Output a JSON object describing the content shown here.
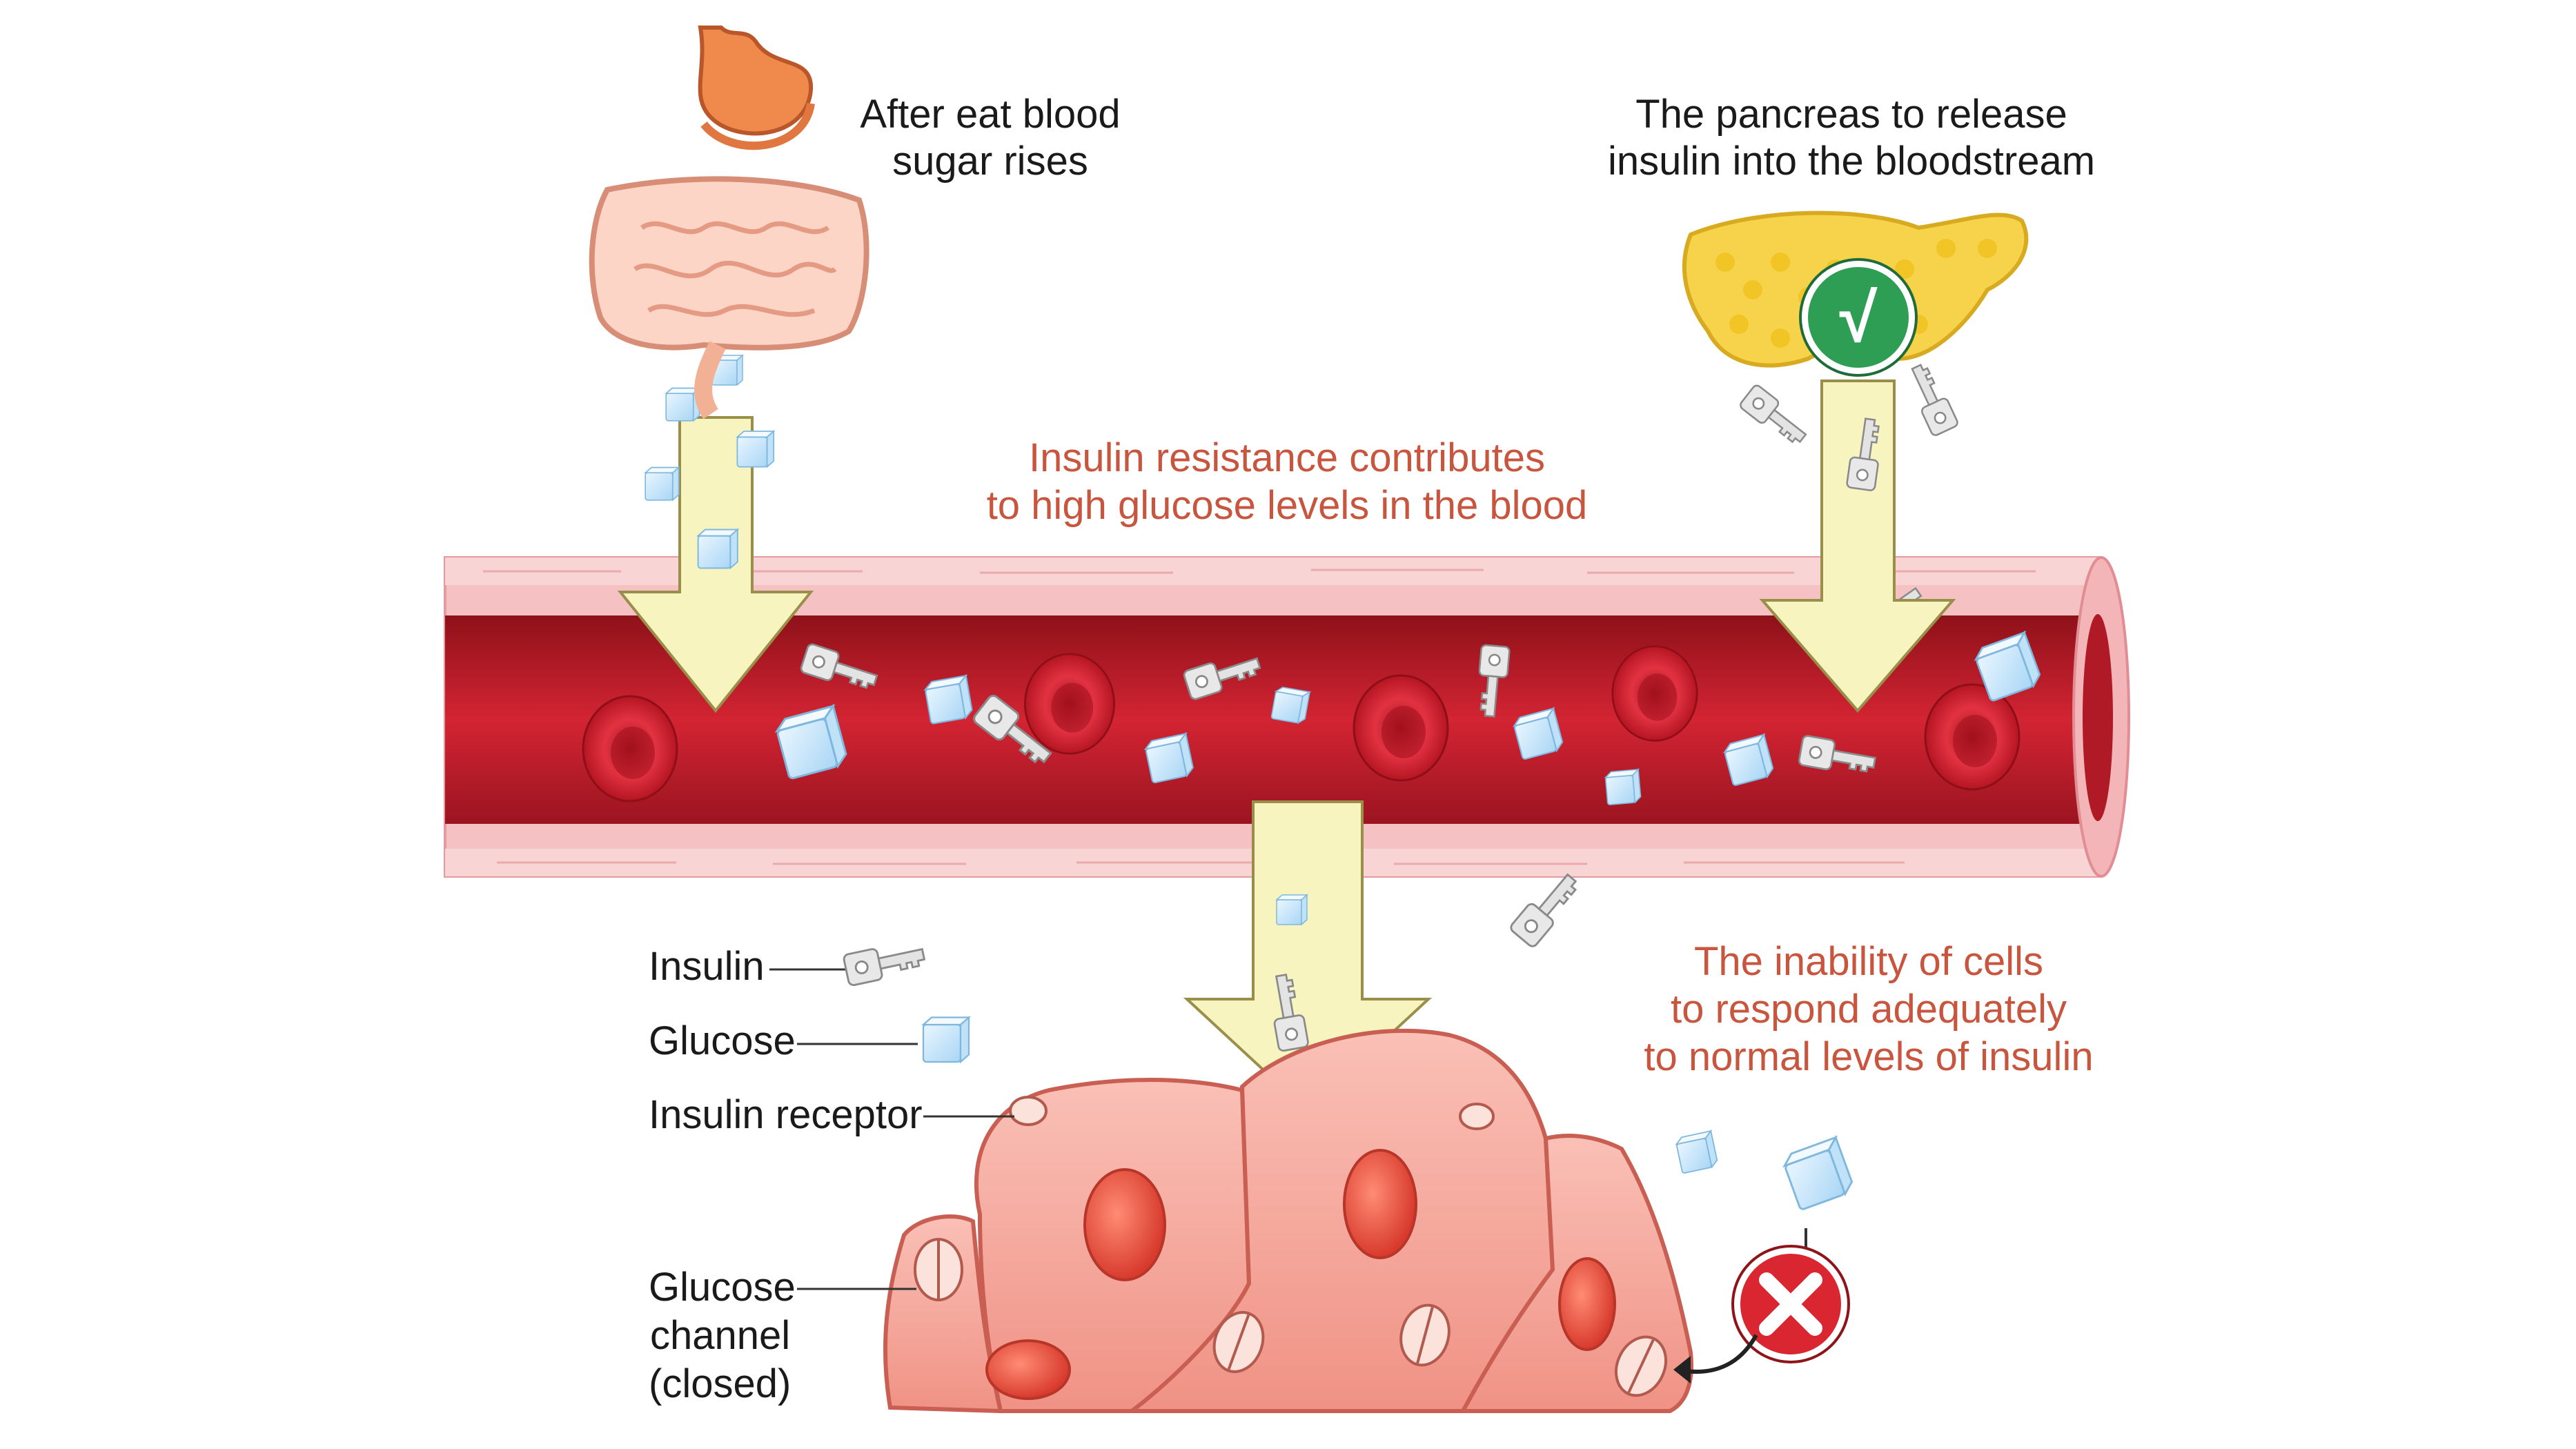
{
  "captions": {
    "digestion": [
      "After eat blood",
      "sugar rises"
    ],
    "pancreas": [
      "The pancreas to release",
      "insulin into the bloodstream"
    ],
    "resistance": [
      "Insulin resistance contributes",
      "to high glucose levels in the blood"
    ],
    "inability": [
      "The inability of cells",
      "to respond adequately",
      "to normal levels of insulin"
    ]
  },
  "legend": {
    "insulin": "Insulin",
    "glucose": "Glucose",
    "receptor": "Insulin receptor",
    "channel": [
      "Glucose",
      "channel",
      "(closed)"
    ]
  },
  "badges": {
    "check_symbol": "√",
    "cross_symbol": "×"
  },
  "colors": {
    "blood": "#c41e2a",
    "vessel_wall": "#f4b5b8",
    "arrow_fill": "#f8f4bf",
    "caption_red": "#c8553d",
    "cell_fill": "#f7a69c",
    "check_green": "#2f9e55",
    "cross_red": "#d92630",
    "pancreas_yellow": "#f6d34a"
  },
  "icons": [
    "stomach-intestines-icon",
    "pancreas-icon",
    "insulin-key-icon",
    "glucose-cube-icon",
    "red-blood-cell-icon",
    "check-badge-icon",
    "cross-badge-icon"
  ]
}
